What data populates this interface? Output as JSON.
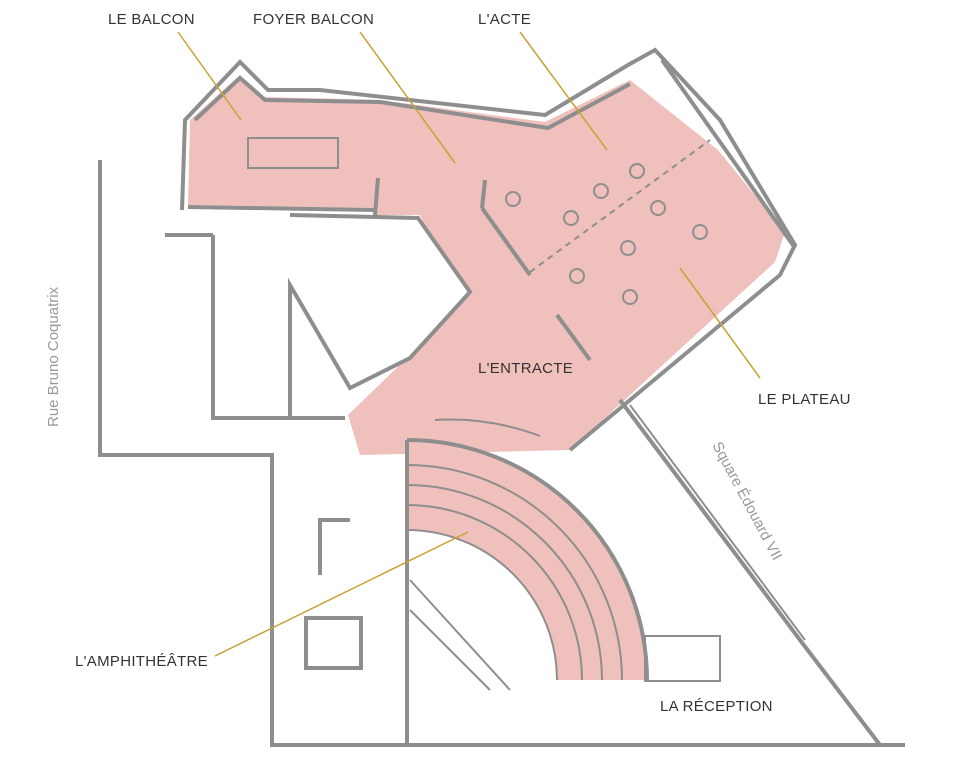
{
  "colors": {
    "room_fill": "#f0c0bd",
    "wall": "#8e8e8e",
    "leader": "#c9a232"
  },
  "labels": {
    "balcon": "LE BALCON",
    "foyer_balcon": "FOYER BALCON",
    "acte": "L'ACTE",
    "entracte": "L'ENTRACTE",
    "plateau": "LE PLATEAU",
    "amphitheatre": "L'AMPHITHÉÂTRE",
    "reception": "LA RÉCEPTION"
  },
  "streets": {
    "west": "Rue Bruno Coquatrix",
    "east": "Square Édouard VII"
  }
}
